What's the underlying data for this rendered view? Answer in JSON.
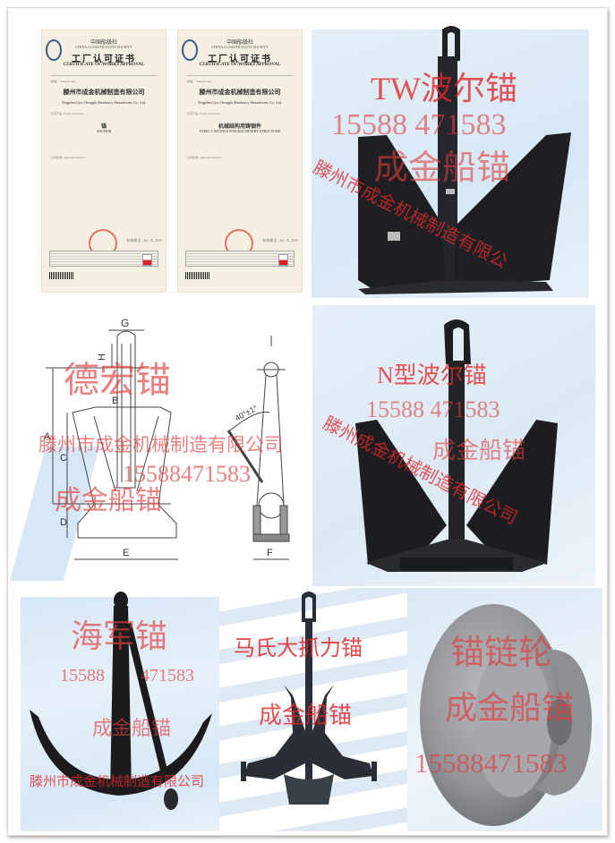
{
  "colors": {
    "watermark_red": "#e02828",
    "swoosh_blue": "#d6e8f5",
    "anchor_black": "#1e1e22",
    "casting_gray": "#9a9ba0",
    "paper": "#f5efe2"
  },
  "panels": {
    "certificates": {
      "items": [
        {
          "society_cn": "中国船级社",
          "society_en": "CHINA CLASSIFICATION SOCIETY",
          "title_cn": "工厂认可证书",
          "title_en": "CERTIFICATE OF WORKS APPROVAL",
          "manufacturer_label": "制造厂 / Manufacturer",
          "manufacturer_cn": "滕州市成金机械制造有限公司",
          "manufacturer_en": "Tengzhou City Chengjin Machinery Manufacture Co., Ltd.",
          "product_label": "认可产品 / Product Approved",
          "product_cn": "锚",
          "product_en": "ANCHOR",
          "standard_label": "认可标准 / Approved Standard",
          "validity": "有效期至 / Jul. 18, 2012"
        },
        {
          "society_cn": "中国船级社",
          "society_en": "CHINA CLASSIFICATION SOCIETY",
          "title_cn": "工厂认可证书",
          "title_en": "CERTIFICATE OF WORKS APPROVAL",
          "manufacturer_label": "制造厂 / Manufacturer",
          "manufacturer_cn": "滕州市成金机械制造有限公司",
          "manufacturer_en": "Tengzhou City Chengjin Machinery Manufacture Co., Ltd.",
          "product_label": "认可产品 / Product Approved",
          "product_cn": "机械结构用铸钢件",
          "product_en": "STEEL CASTINGS FOR MACHINERY STRUCTURE",
          "standard_label": "认可标准 / Approved Standard",
          "validity": "有效期至 / Jul. 18, 2012"
        }
      ]
    },
    "tw_pool_anchor": {
      "title": "TW波尔锚",
      "phone": "15588 471583",
      "brand": "成金船锚",
      "company": "滕州市成金机械制造有限公"
    },
    "delta_anchor_drawing": {
      "title": "德宏锚",
      "company": "滕州市成金机械制造有限公司",
      "phone": "15588471583",
      "brand": "成金船锚",
      "dimension_labels": [
        "G",
        "H",
        "A",
        "B",
        "C",
        "D",
        "E",
        "F"
      ],
      "angle_label": "40°±1°"
    },
    "n_pool_anchor": {
      "title": "N型波尔锚",
      "phone": "15588 471583",
      "brand": "成金船锚",
      "company": "滕州成金机械制造有限公司"
    },
    "admiralty_anchor": {
      "title": "海军锚",
      "phone_a": "15588",
      "phone_b": "471583",
      "brand": "成金船锚",
      "company": "滕州市成金机械制造有限公司"
    },
    "marrel_anchor": {
      "title": "马氏大抓力锚",
      "brand": "成金船锚"
    },
    "windlass_wheel": {
      "title": "锚链轮",
      "brand": "成金船锚",
      "phone": "15588471583"
    }
  }
}
